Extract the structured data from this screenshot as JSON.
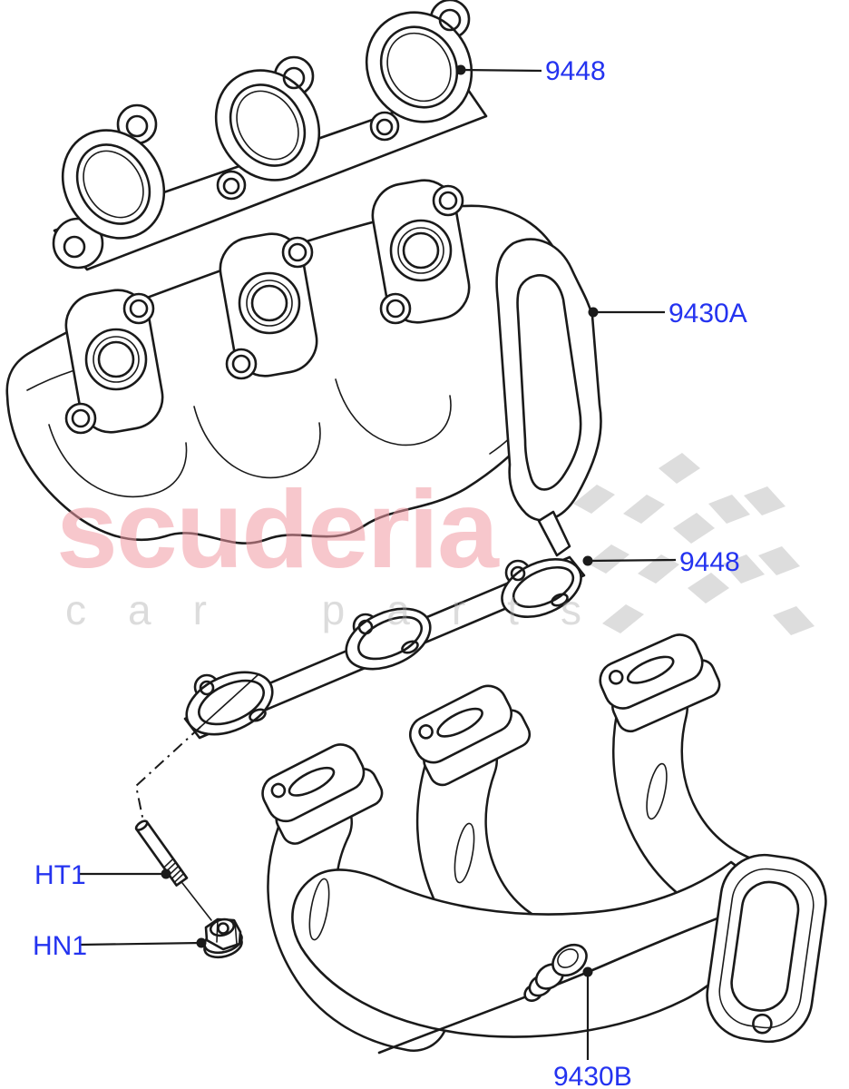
{
  "diagram": {
    "description": "exhaust-manifold-parts-diagram",
    "callout_color": "#2433f0",
    "line_color": "#1a1a1a",
    "callouts": [
      {
        "id": "gasket-upper",
        "label": "9448"
      },
      {
        "id": "manifold-upper",
        "label": "9430A"
      },
      {
        "id": "gasket-lower",
        "label": "9448"
      },
      {
        "id": "stud",
        "label": "HT1"
      },
      {
        "id": "nut",
        "label": "HN1"
      },
      {
        "id": "manifold-lower",
        "label": "9430B"
      }
    ]
  },
  "watermark": {
    "brand": "scuderia",
    "tagline": "car parts",
    "brand_color": "#f19aa4",
    "tagline_color": "#aaaaaa",
    "flag_color": "#bbbbbb"
  }
}
